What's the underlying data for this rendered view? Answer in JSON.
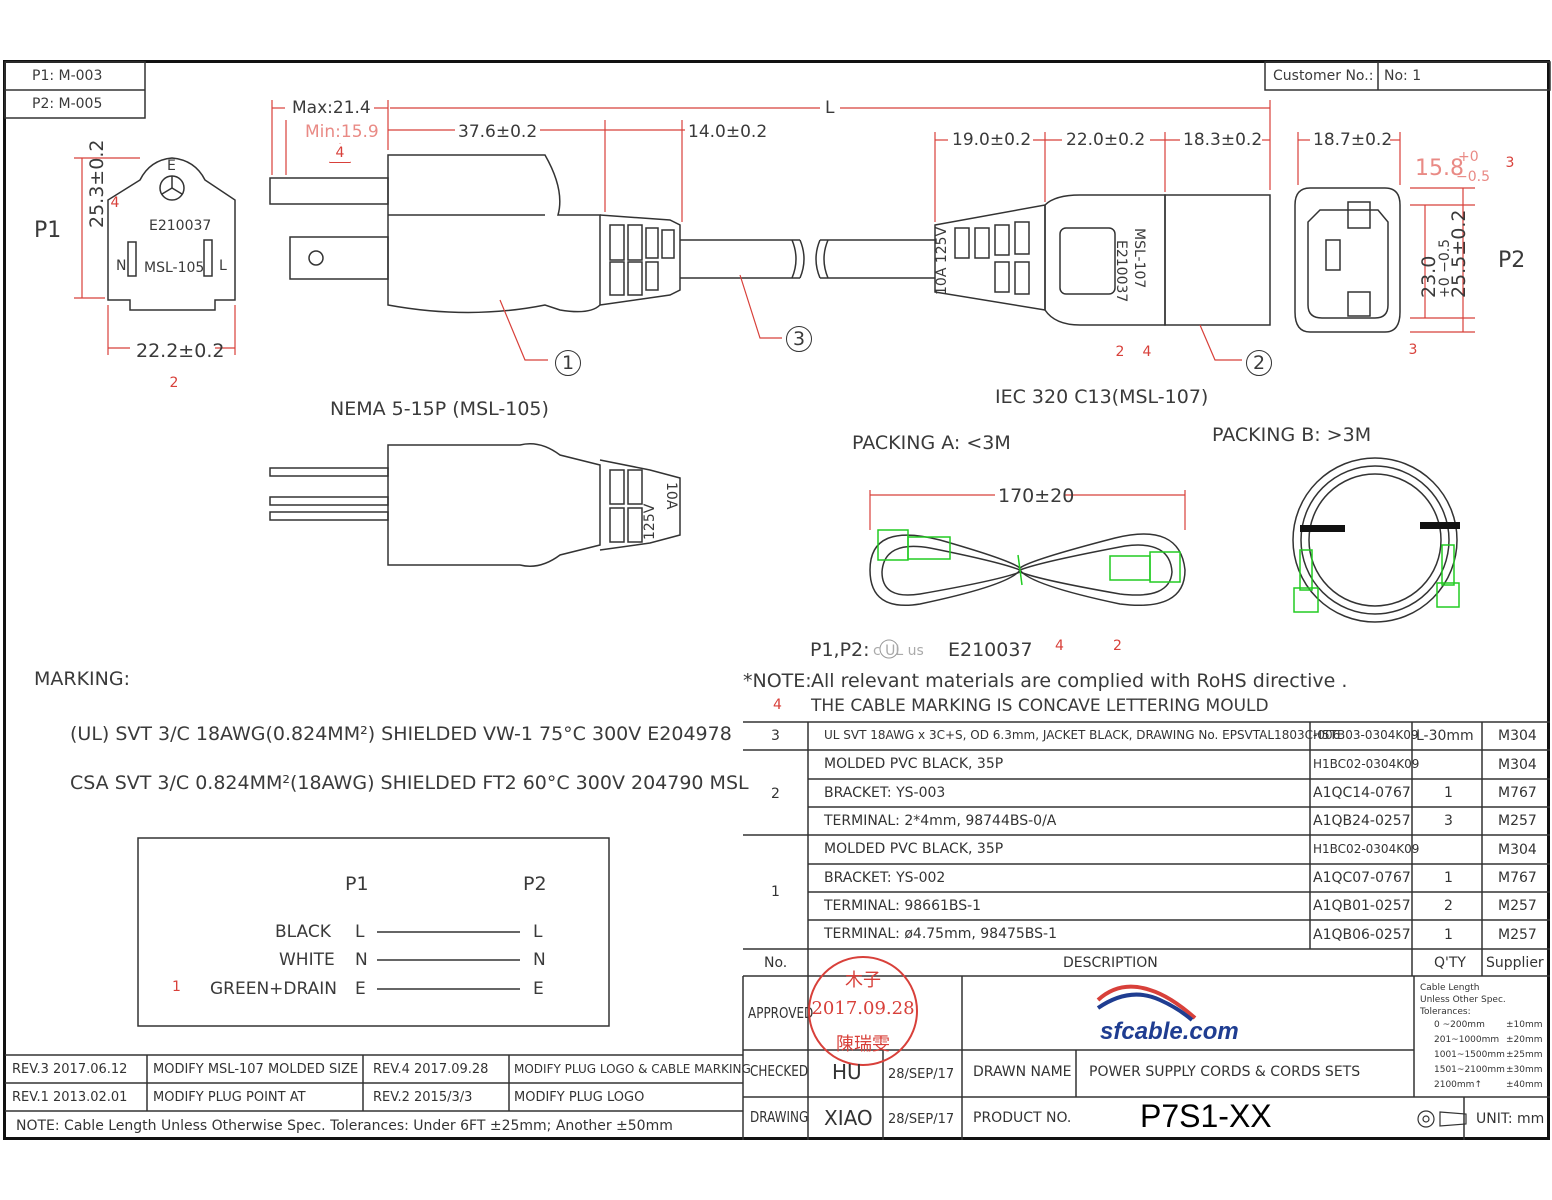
{
  "header": {
    "p1_code": "P1: M-003",
    "p2_code": "P2: M-005",
    "customer_no_label": "Customer No.:",
    "no_label": "No: 1"
  },
  "dimensions": {
    "max": "Max:21.4",
    "min": "Min:15.9",
    "d37": "37.6±0.2",
    "d14": "14.0±0.2",
    "length": "L",
    "d19": "19.0±0.2",
    "d22": "22.0±0.2",
    "d18_3": "18.3±0.2",
    "d18_7": "18.7±0.2",
    "d15_8": "15.8",
    "d15_8_tol_plus": "+0",
    "d15_8_tol_minus": "−0.5",
    "d25_3": "25.3±0.2",
    "d22_2": "22.2±0.2",
    "d23": "23.0",
    "d23_tol": "+0 −0.5",
    "d25_5": "25.5±0.2",
    "d170": "170±20"
  },
  "labels": {
    "p1": "P1",
    "p2": "P2",
    "e": "E",
    "n": "N",
    "l": "L",
    "e210037": "E210037",
    "msl105": "MSL-105",
    "msl107": "MSL-107",
    "e210037_v": "E210037",
    "rating": "10A 125V",
    "rating_a": "10A",
    "rating_v": "125V",
    "nema": "NEMA 5-15P (MSL-105)",
    "iec": "IEC 320 C13(MSL-107)",
    "packing_a": "PACKING A: <3M",
    "packing_b": "PACKING B: >3M",
    "callout1": "1",
    "callout2": "2",
    "callout3": "3",
    "rev2": "2",
    "rev3": "3",
    "rev4": "4",
    "rev1": "1"
  },
  "marking": {
    "title": "MARKING:",
    "line1": "(UL) SVT 3/C 18AWG(0.824MM²) SHIELDED VW-1 75°C 300V E204978",
    "line2": "CSA SVT 3/C 0.824MM²(18AWG) SHIELDED FT2 60°C 300V 204790 MSL"
  },
  "wiring": {
    "p1": "P1",
    "p2": "P2",
    "rows": [
      {
        "color": "BLACK",
        "p1": "L",
        "p2": "L"
      },
      {
        "color": "WHITE",
        "p1": "N",
        "p2": "N"
      },
      {
        "color": "GREEN+DRAIN",
        "p1": "E",
        "p2": "E"
      }
    ]
  },
  "certification": {
    "prefix": "P1,P2:",
    "ul_mark": "c UL us",
    "number": "E210037"
  },
  "notes": {
    "note_label": "*NOTE:",
    "rohs": "All relevant materials are complied with RoHS directive .",
    "concave": "THE CABLE MARKING IS CONCAVE LETTERING MOULD",
    "footer": "NOTE: Cable Length Unless Otherwise Spec. Tolerances: Under 6FT ±25mm;  Another ±50mm"
  },
  "bom": {
    "headers": {
      "no": "No.",
      "description": "DESCRIPTION",
      "qty": "Q'TY",
      "supplier": "Supplier"
    },
    "rows": [
      {
        "group": "3",
        "desc": "UL SVT 18AWG x 3C+S, OD 6.3mm, JACKET BLACK, DRAWING No. EPSVTAL1803C-006",
        "part": "H5TB03-0304K09",
        "qty": "L-30mm",
        "supplier": "M304"
      },
      {
        "group": "2",
        "desc": "MOLDED PVC BLACK, 35P",
        "part": "H1BC02-0304K09",
        "qty": "",
        "supplier": "M304"
      },
      {
        "group": "",
        "desc": "BRACKET: YS-003",
        "part": "A1QC14-0767",
        "qty": "1",
        "supplier": "M767"
      },
      {
        "group": "",
        "desc": "TERMINAL: 2*4mm, 98744BS-0/A",
        "part": "A1QB24-0257",
        "qty": "3",
        "supplier": "M257"
      },
      {
        "group": "1",
        "desc": "MOLDED PVC BLACK, 35P",
        "part": "H1BC02-0304K09",
        "qty": "",
        "supplier": "M304"
      },
      {
        "group": "",
        "desc": "BRACKET: YS-002",
        "part": "A1QC07-0767",
        "qty": "1",
        "supplier": "M767"
      },
      {
        "group": "",
        "desc": "TERMINAL: 98661BS-1",
        "part": "A1QB01-0257",
        "qty": "2",
        "supplier": "M257"
      },
      {
        "group": "",
        "desc": "TERMINAL: ø4.75mm, 98475BS-1",
        "part": "A1QB06-0257",
        "qty": "1",
        "supplier": "M257"
      }
    ]
  },
  "revisions": [
    {
      "rev": "REV.3 2017.06.12",
      "text": "MODIFY MSL-107 MOLDED SIZE"
    },
    {
      "rev": "REV.4 2017.09.28",
      "text": "MODIFY PLUG LOGO & CABLE MARKING"
    },
    {
      "rev": "REV.1 2013.02.01",
      "text": "MODIFY PLUG POINT AT"
    },
    {
      "rev": "REV.2 2015/3/3",
      "text": "MODIFY PLUG LOGO"
    }
  ],
  "title_block": {
    "approved": "APPROVED",
    "stamp_top": "木子",
    "stamp_date": "2017.09.28",
    "stamp_name": "陳瑞雯",
    "checked": "CHECKED",
    "checked_by": "HU",
    "checked_date": "28/SEP/17",
    "drawn_name_label": "DRAWN NAME",
    "drawn_name": "POWER SUPPLY CORDS & CORDS SETS",
    "drawing": "DRAWING",
    "drawing_by": "XIAO",
    "drawing_date": "28/SEP/17",
    "product_no_label": "PRODUCT NO.",
    "product_no": "P7S1-XX",
    "unit": "UNIT: mm",
    "company": "sfcable.com",
    "tolerance": {
      "title1": "Cable Length",
      "title2": "Unless Other Spec.",
      "title3": "Tolerances:",
      "rows": [
        {
          "range": "0 ~200mm",
          "tol": "±10mm"
        },
        {
          "range": "201~1000mm",
          "tol": "±20mm"
        },
        {
          "range": "1001~1500mm",
          "tol": "±25mm"
        },
        {
          "range": "1501~2100mm",
          "tol": "±30mm"
        },
        {
          "range": "2100mm↑",
          "tol": "±40mm"
        }
      ]
    }
  },
  "colors": {
    "line": "#333333",
    "dim_red": "#d8403a",
    "green": "#22cc22",
    "logo_blue": "#1f3d91"
  }
}
